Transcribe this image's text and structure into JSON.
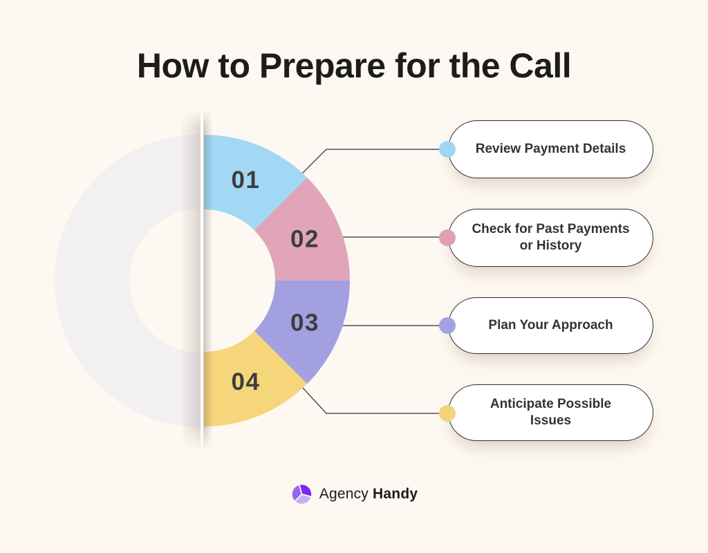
{
  "title": "How to Prepare for the Call",
  "colors": {
    "background": "#fdf8f1",
    "gray_half": "#f3f0f2",
    "connector": "#4f4f4f",
    "pill_border": "#2e2e2e",
    "number_text": "#3d3d3d",
    "title_text": "#1c1c1c"
  },
  "steps": [
    {
      "number": "01",
      "label": "Review Payment Details",
      "color": "#a2d8f4",
      "dot_color": "#a0d5f2"
    },
    {
      "number": "02",
      "label": "Check for Past Payments or History",
      "color": "#e0a5b9",
      "dot_color": "#dfa0b7"
    },
    {
      "number": "03",
      "label": "Plan Your Approach",
      "color": "#a2a0e0",
      "dot_color": "#a3a1e5"
    },
    {
      "number": "04",
      "label": "Anticipate Possible Issues",
      "color": "#f5d67b",
      "dot_color": "#f4d37c"
    }
  ],
  "donut": {
    "type": "pie",
    "note": "decorative half-donut, 4 equal 45-degree segments on right half",
    "segment_labels": [
      "01",
      "02",
      "03",
      "04"
    ],
    "segment_values": [
      1,
      1,
      1,
      1
    ]
  },
  "logo": {
    "text_regular": "Agency",
    "text_bold": "Handy",
    "icon_colors": [
      "#7d26f1",
      "#c3b0f5",
      "#9a63f1"
    ]
  }
}
